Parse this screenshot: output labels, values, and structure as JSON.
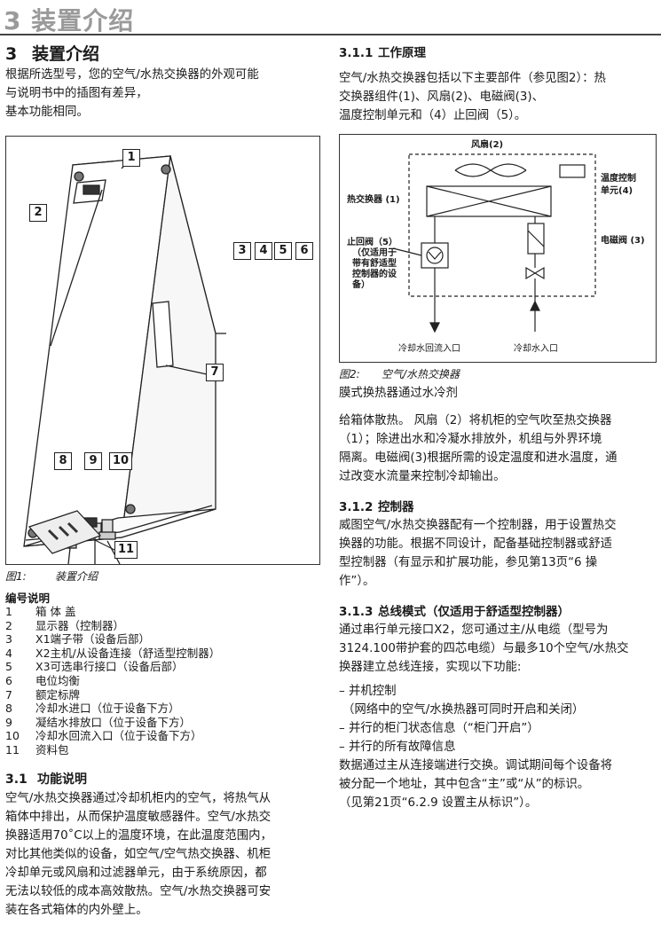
{
  "header": {
    "title": "3 装置介绍"
  },
  "left": {
    "heading_num": "3",
    "heading": "装置介绍",
    "intro": [
      "根据所选型号，您的空气/水热交换器的外观可能",
      "与说明书中的插图有差异，",
      "基本功能相同。"
    ],
    "figure1": {
      "callouts": [
        "1",
        "2",
        "3",
        "4",
        "5",
        "6",
        "7",
        "8",
        "9",
        "10",
        "11"
      ],
      "caption_label": "图1:",
      "caption_text": "装置介绍"
    },
    "legend": {
      "title": "编号说明",
      "items": [
        {
          "n": "1",
          "t": "箱 体 盖"
        },
        {
          "n": "2",
          "t": "显示器（控制器）"
        },
        {
          "n": "3",
          "t": "X1端子带（设备后部）"
        },
        {
          "n": "4",
          "t": "X2主机/从设备连接（舒适型控制器）"
        },
        {
          "n": "5",
          "t": "X3可选串行接口（设备后部）"
        },
        {
          "n": "6",
          "t": "电位均衡"
        },
        {
          "n": "7",
          "t": "额定标牌"
        },
        {
          "n": "8",
          "t": "冷却水进口（位于设备下方）"
        },
        {
          "n": "9",
          "t": "凝结水排放口（位于设备下方）"
        },
        {
          "n": "10",
          "t": "冷却水回流入口（位于设备下方）"
        },
        {
          "n": "11",
          "t": "资料包"
        }
      ]
    },
    "sec31": {
      "num": "3.1",
      "title": "功能说明",
      "lines": [
        "空气/水热交换器通过冷却机柜内的空气，将热气从",
        "箱体中排出，从而保护温度敏感器件。空气/水热交",
        "换器适用70˚C以上的温度环境，在此温度范围内，",
        "对比其他类似的设备，如空气/空气热交换器、机柜",
        "冷却单元或风扇和过滤器单元，由于系统原因，都",
        "无法以较低的成本高效散热。空气/水热交换器可安",
        "装在各式箱体的内外壁上。"
      ]
    }
  },
  "right": {
    "sec311": {
      "num": "3.1.1",
      "title": "工作原理",
      "lines": [
        "空气/水热交换器包括以下主要部件（参见图2）：热",
        "交换器组件(1)、风扇(2)、电磁阀(3)、",
        "温度控制单元和（4）止回阀（5）。"
      ]
    },
    "figure2": {
      "fan": "风扇(2)",
      "temp_ctrl": [
        "温度控制",
        "单元(4)"
      ],
      "heat_exchanger": "热交换器 (1)",
      "solenoid": "电磁阀 (3)",
      "check_valve": [
        "止回阀（5）",
        "（仅适用于",
        "带有舒适型",
        "控制器的设",
        "备）"
      ],
      "return_inlet": "冷却水回流入口",
      "water_inlet": "冷却水入口",
      "caption_label": "图2:",
      "caption_text": "空气/水热交换器"
    },
    "membrane": "膜式换热器通过水冷剂",
    "para2": [
      "给箱体散热。 风扇（2）将机柜的空气吹至热交换器",
      "（1）；除进出水和冷凝水排放外，机组与外界环境",
      "隔离。电磁阀(3)根据所需的设定温度和进水温度，通",
      "过改变水流量来控制冷却输出。"
    ],
    "sec312": {
      "num": "3.1.2",
      "title": "控制器",
      "lines": [
        "威图空气/水热交换器配有一个控制器，用于设置热交",
        "换器的功能。根据不同设计，配备基础控制器或舒适",
        "型控制器（有显示和扩展功能，参见第13页“6 操",
        "作”）。"
      ]
    },
    "sec313": {
      "num": "3.1.3",
      "title": "总线模式（仅适用于舒适型控制器）",
      "lines": [
        "通过串行单元接口X2，您可通过主/从电缆（型号为",
        "3124.100带护套的四芯电缆）与最多10个空气/水热交",
        "换器建立总线连接，实现以下功能:"
      ],
      "bullets": [
        {
          "t": "– 并机控制",
          "indent": false
        },
        {
          "t": "（网络中的空气/水换热器可同时开启和关闭）",
          "indent": true
        },
        {
          "t": "– 并行的柜门状态信息（“柜门开启”）",
          "indent": false
        },
        {
          "t": "– 并行的所有故障信息",
          "indent": false
        }
      ],
      "tail": [
        "数据通过主从连接端进行交换。调试期间每个设备将",
        "被分配一个地址，其中包含“主”或“从”的标识。",
        "（见第21页“6.2.9 设置主从标识”）。"
      ]
    }
  }
}
